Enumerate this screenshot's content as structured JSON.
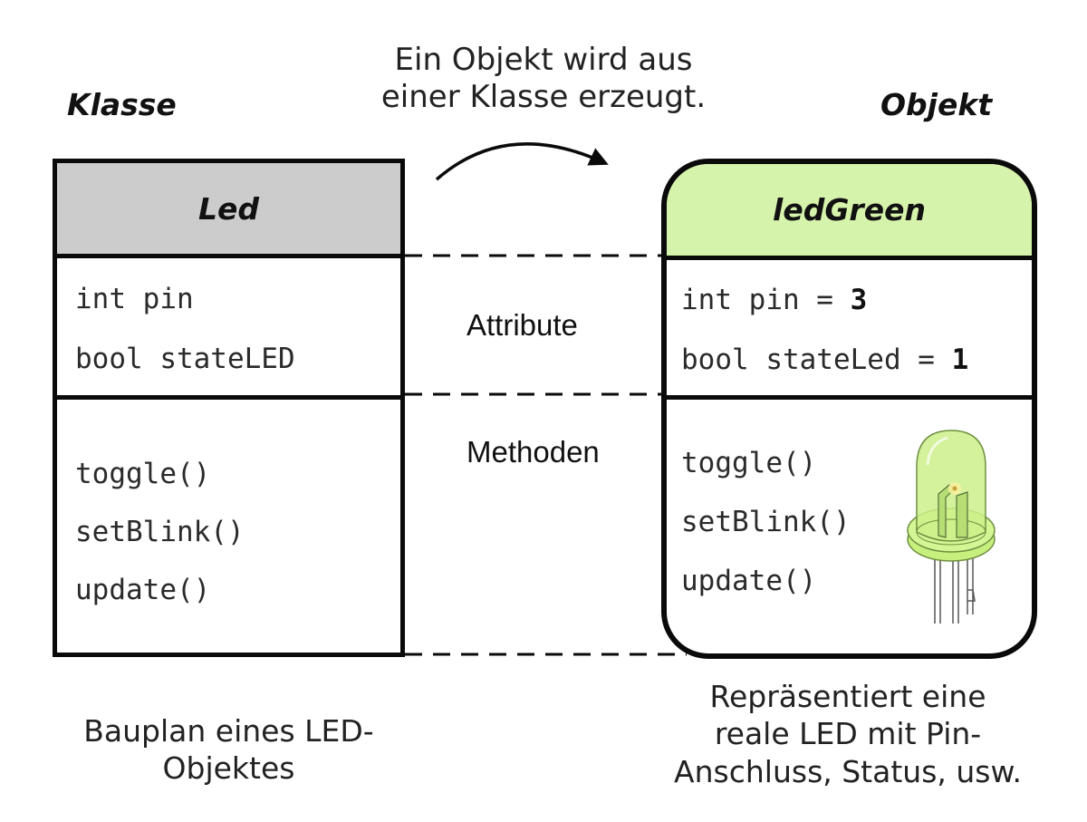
{
  "headings": {
    "class": "Klasse",
    "object": "Objekt"
  },
  "creation_caption": {
    "line1": "Ein Objekt wird aus",
    "line2": "einer Klasse erzeugt."
  },
  "class_box": {
    "name": "Led",
    "attributes": [
      "int pin",
      "bool stateLED"
    ],
    "methods": [
      "toggle()",
      "setBlink()",
      "update()"
    ]
  },
  "object_box": {
    "name": "ledGreen",
    "attributes": [
      {
        "decl": "int pin = ",
        "value": "3"
      },
      {
        "decl": "bool stateLed = ",
        "value": "1"
      }
    ],
    "methods": [
      "toggle()",
      "setBlink()",
      "update()"
    ],
    "image": "led-icon"
  },
  "labels": {
    "attributes": "Attribute",
    "methods": "Methoden"
  },
  "class_caption": {
    "line1": "Bauplan eines LED-",
    "line2": "Objektes"
  },
  "object_caption": {
    "line1": "Repräsentiert eine",
    "line2": "reale LED mit Pin-",
    "line3": "Anschluss, Status, usw."
  },
  "colors": {
    "class_header": "#cccccc",
    "object_header": "#d6f3ab",
    "led": "#c6ef7e",
    "outline": "#0a0a0a"
  }
}
